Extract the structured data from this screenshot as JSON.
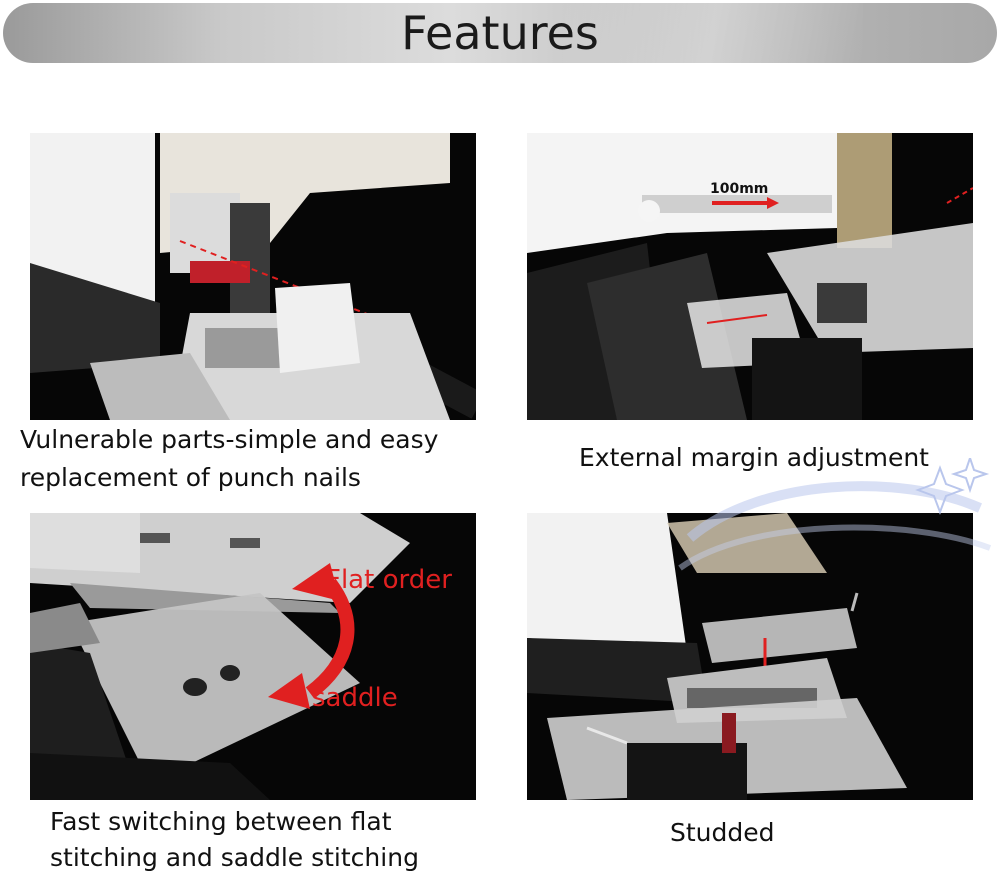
{
  "banner": {
    "title": "Features"
  },
  "panels": [
    {
      "caption_line1": "Vulnerable parts-simple and easy",
      "caption_line2": "replacement of punch nails"
    },
    {
      "caption_line1": "External margin adjustment",
      "annotation": "100mm"
    },
    {
      "caption_line1": "Fast switching between flat",
      "caption_line2": "stitching and saddle stitching",
      "label_top": "Flat order",
      "label_bottom": "saddle"
    },
    {
      "caption_line1": "Studded"
    }
  ],
  "colors": {
    "accent": "#e02020",
    "panel_bg": "#050505",
    "banner": "#c9c9c9"
  }
}
